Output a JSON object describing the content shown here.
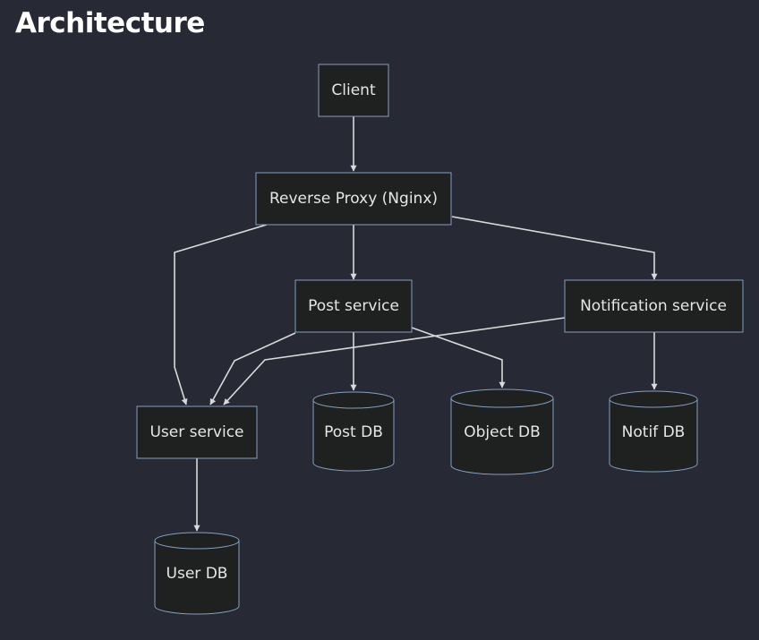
{
  "title": "Architecture",
  "colors": {
    "background": "#272935",
    "node_fill": "#1f2020",
    "node_stroke": "#81a1c1",
    "edge": "#d9d9d9",
    "text": "#e6e6e6"
  },
  "nodes": {
    "client": "Client",
    "proxy": "Reverse Proxy (Nginx)",
    "post_service": "Post service",
    "notification_service": "Notification service",
    "user_service": "User service",
    "post_db": "Post DB",
    "object_db": "Object DB",
    "notif_db": "Notif DB",
    "user_db": "User DB"
  },
  "edges": [
    {
      "from": "client",
      "to": "proxy"
    },
    {
      "from": "proxy",
      "to": "user_service"
    },
    {
      "from": "proxy",
      "to": "post_service"
    },
    {
      "from": "proxy",
      "to": "notification_service"
    },
    {
      "from": "post_service",
      "to": "user_service"
    },
    {
      "from": "post_service",
      "to": "post_db"
    },
    {
      "from": "post_service",
      "to": "object_db"
    },
    {
      "from": "notification_service",
      "to": "user_service"
    },
    {
      "from": "notification_service",
      "to": "notif_db"
    },
    {
      "from": "user_service",
      "to": "user_db"
    }
  ]
}
